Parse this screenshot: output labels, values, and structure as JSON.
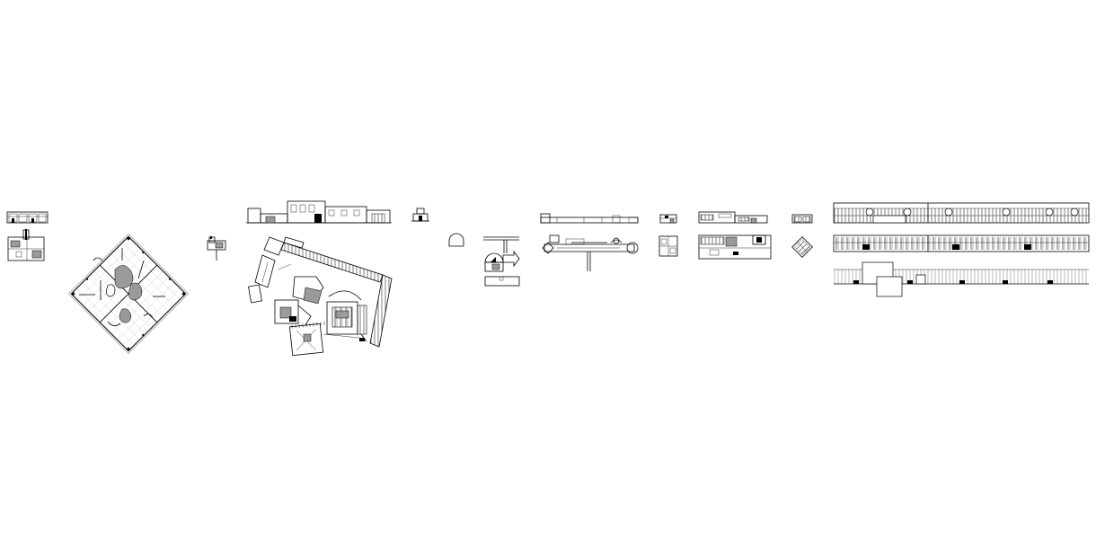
{
  "sheet": {
    "background": "#ffffff",
    "ink": "#000000",
    "hatch": "#9a9a9a"
  },
  "drawings": [
    {
      "id": "group-1",
      "kind": "elevation + plan"
    },
    {
      "id": "group-2",
      "kind": "diamond plan"
    },
    {
      "id": "group-3",
      "kind": "small plan"
    },
    {
      "id": "group-4",
      "kind": "elevation + complex plan"
    },
    {
      "id": "group-5",
      "kind": "small elevation + arch"
    },
    {
      "id": "group-6",
      "kind": "plan + section"
    },
    {
      "id": "group-7",
      "kind": "long elevation + plan"
    },
    {
      "id": "group-8",
      "kind": "small elevation + plan"
    },
    {
      "id": "group-9",
      "kind": "elevation + plan"
    },
    {
      "id": "group-10",
      "kind": "small elevation + diamond plan"
    },
    {
      "id": "group-11",
      "kind": "long facade elevations"
    }
  ]
}
